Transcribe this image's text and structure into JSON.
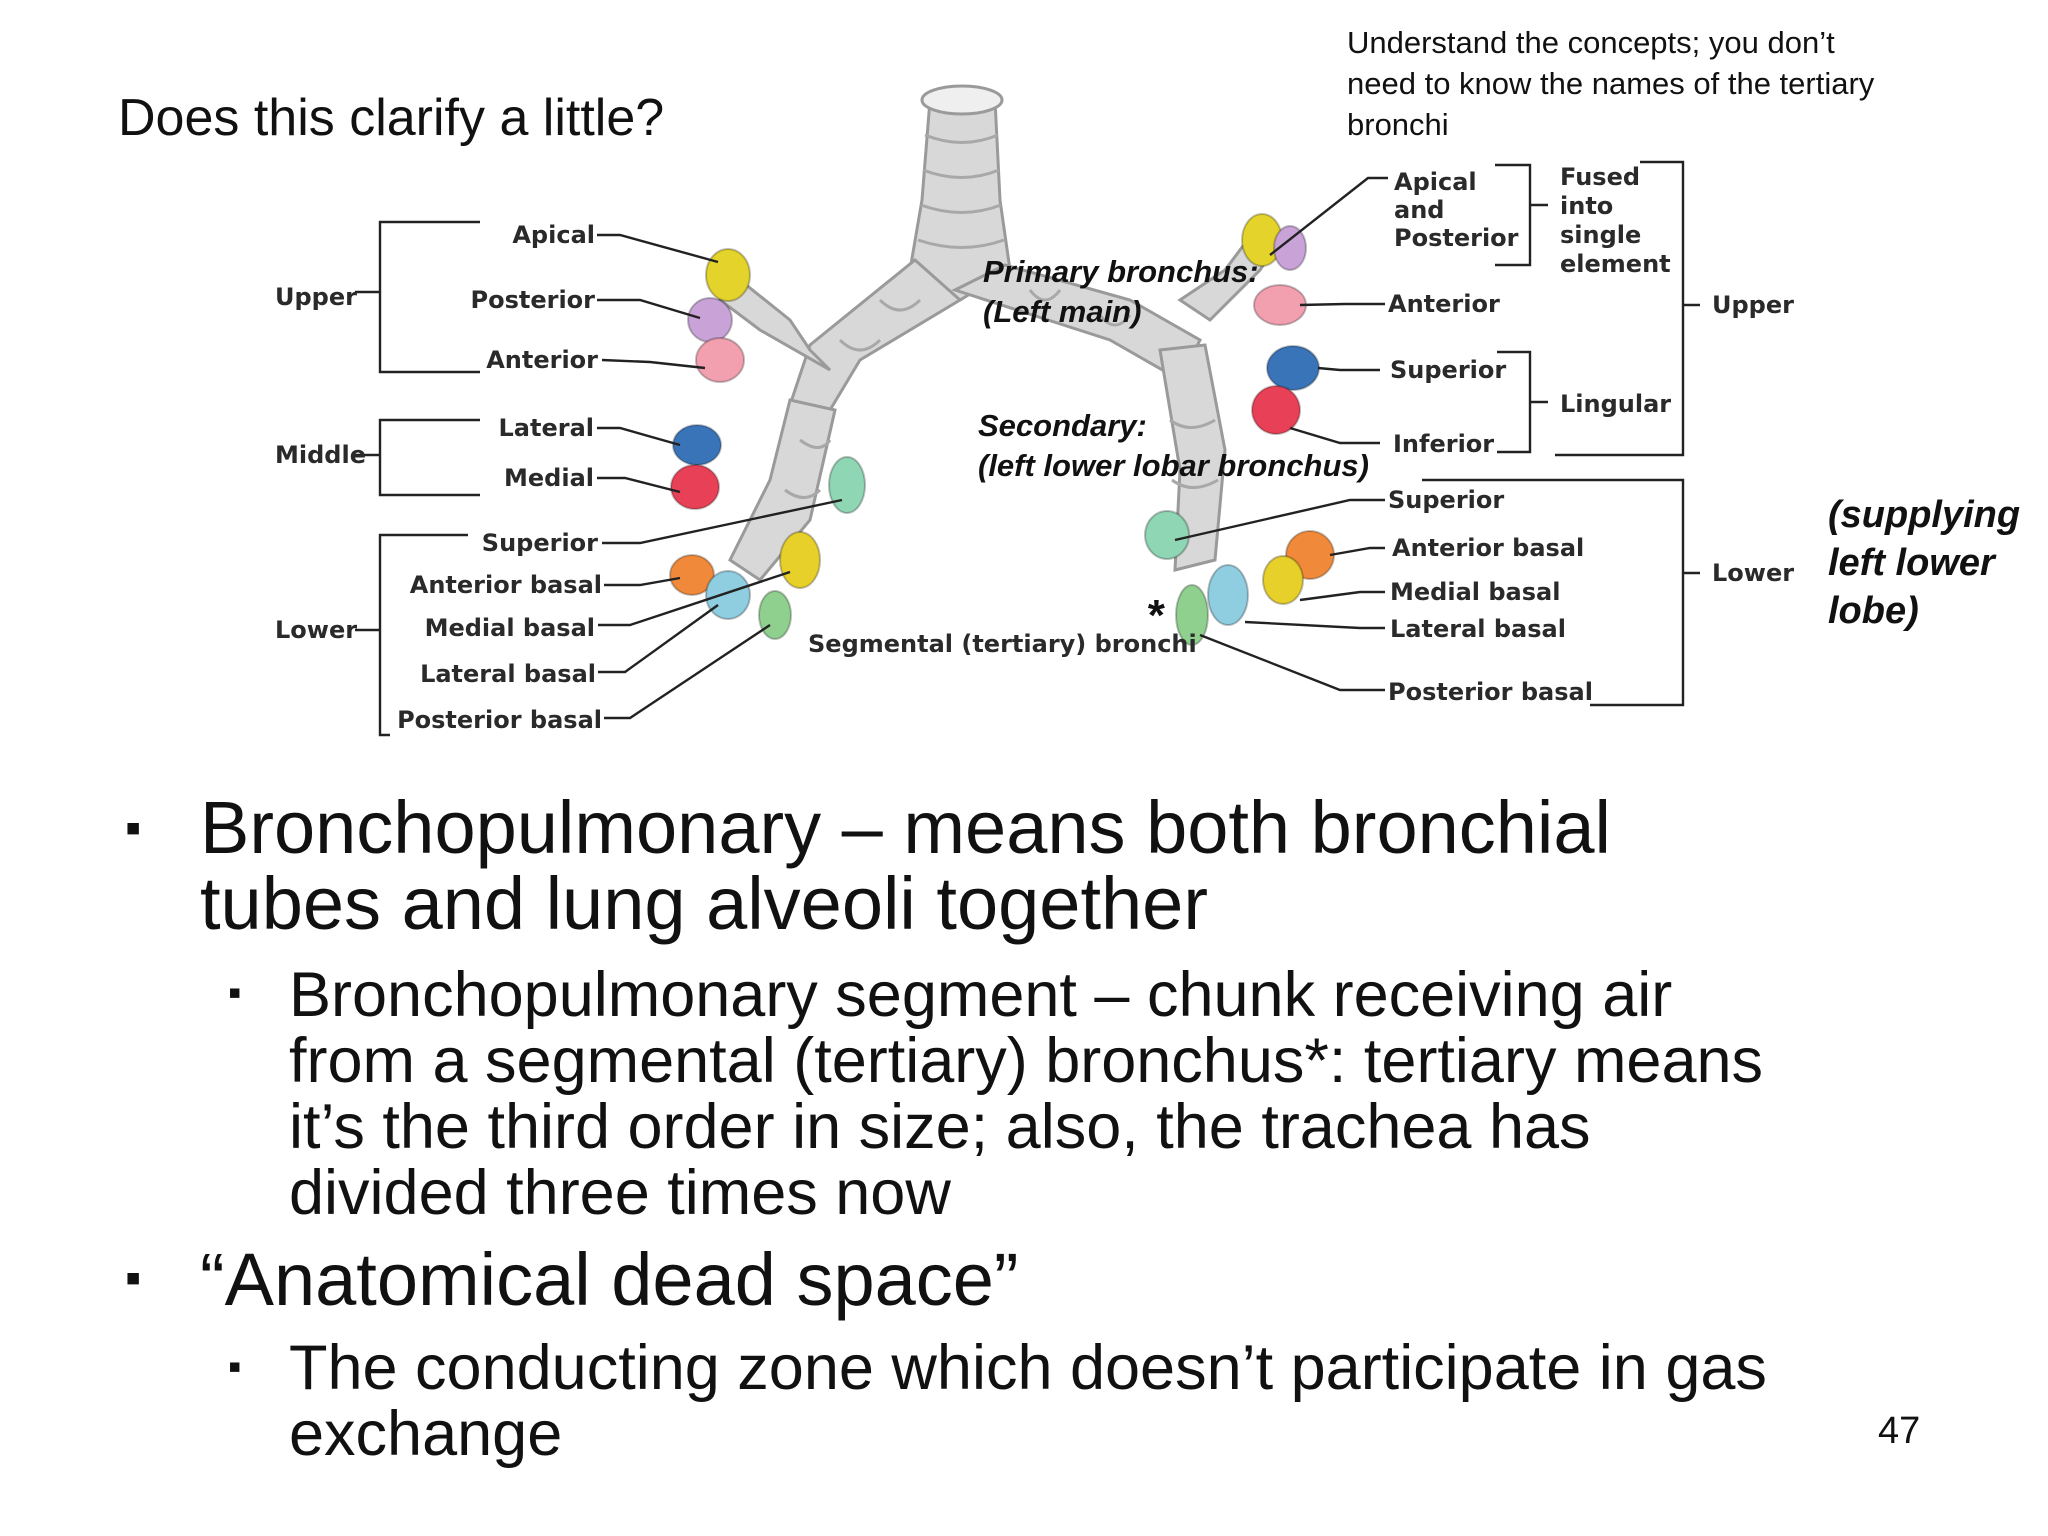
{
  "slide": {
    "title": "Does this clarify a little?",
    "note": "Understand the concepts; you don’t need to know the names of the tertiary bronchi",
    "page_number": "47"
  },
  "diagram": {
    "left": {
      "groups": {
        "upper": "Upper",
        "middle": "Middle",
        "lower": "Lower"
      },
      "segments": {
        "apical": "Apical",
        "posterior": "Posterior",
        "anterior": "Anterior",
        "lateral": "Lateral",
        "medial": "Medial",
        "superior": "Superior",
        "anterior_basal": "Anterior basal",
        "medial_basal": "Medial basal",
        "lateral_basal": "Lateral basal",
        "posterior_basal": "Posterior basal"
      }
    },
    "right": {
      "segments": {
        "apical_posterior_1": "Apical",
        "apical_posterior_2": "and",
        "apical_posterior_3": "Posterior",
        "fused_1": "Fused",
        "fused_2": "into",
        "fused_3": "single",
        "fused_4": "element",
        "anterior": "Anterior",
        "superior": "Superior",
        "lingular": "Lingular",
        "inferior": "Inferior",
        "upper": "Upper",
        "lower_superior": "Superior",
        "anterior_basal": "Anterior basal",
        "medial_basal": "Medial basal",
        "lateral_basal": "Lateral basal",
        "posterior_basal": "Posterior basal",
        "lower": "Lower"
      }
    },
    "annotations": {
      "primary_1": "Primary bronchus:",
      "primary_2": "(Left main)",
      "secondary_1": "Secondary:",
      "secondary_2": "(left  lower lobar bronchus)",
      "supplying_1": "(supplying",
      "supplying_2": "left lower",
      "supplying_3": "lobe)",
      "segmental": "Segmental (tertiary) bronchi",
      "asterisk": "*"
    },
    "colors": {
      "apical": "#e3d32a",
      "posterior": "#c9a2d8",
      "anterior": "#f2a0b0",
      "lateral": "#3a74b8",
      "medial": "#e84056",
      "superior": "#8fd6b5",
      "anterior_basal": "#f08a3a",
      "medial_basal": "#e8d02a",
      "lateral_basal": "#8fcde0",
      "posterior_basal": "#8fd08f",
      "airway": "#d6d6d6"
    }
  },
  "bullets": [
    {
      "level": 1,
      "text_lines": [
        "Bronchopulmonary – means both bronchial",
        "tubes and lung alveoli together"
      ]
    },
    {
      "level": 2,
      "text_lines": [
        "Bronchopulmonary segment – chunk receiving air",
        "from a segmental (tertiary) bronchus*: tertiary means",
        "it’s the third order in size;  also, the trachea has",
        "divided three times now"
      ]
    },
    {
      "level": 1,
      "text_lines": [
        "“Anatomical dead space”"
      ]
    },
    {
      "level": 2,
      "text_lines": [
        "The conducting zone which doesn’t participate in gas",
        "exchange"
      ]
    }
  ],
  "bullet_marker": "▪"
}
